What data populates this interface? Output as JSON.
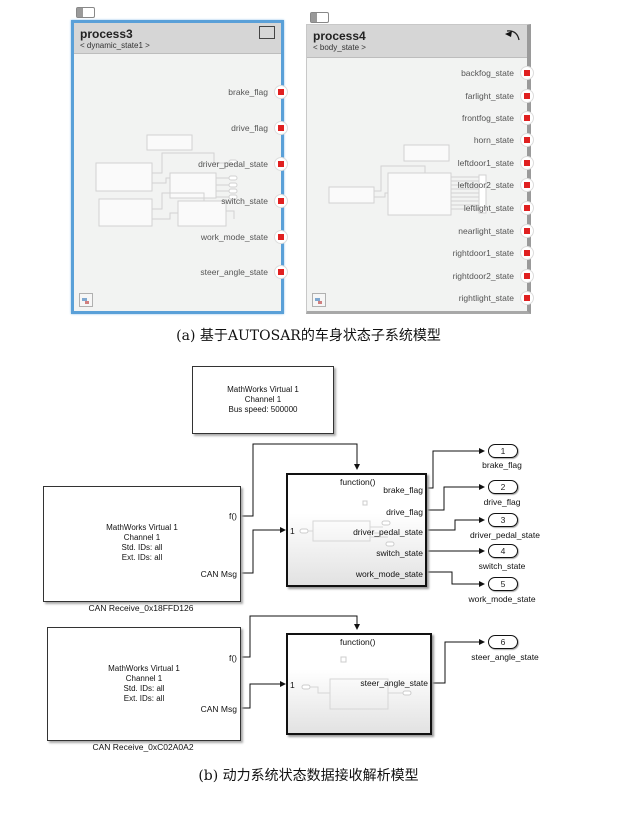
{
  "part_a": {
    "caption": "(a) 基于AUTOSAR的车身状态子系统模型",
    "components": [
      {
        "title": "process3",
        "subtitle": "< dynamic_state1 >",
        "corner_icon": "square-icon",
        "selected": true,
        "ports": [
          "brake_flag",
          "drive_flag",
          "driver_pedal_state",
          "switch_state",
          "work_mode_state",
          "steer_angle_state"
        ]
      },
      {
        "title": "process4",
        "subtitle": "< body_state >",
        "corner_icon": "periodic-arc-icon",
        "selected": false,
        "ports": [
          "backfog_state",
          "farlight_state",
          "frontfog_state",
          "horn_state",
          "leftdoor1_state",
          "leftdoor2_state",
          "leftlight_state",
          "nearlight_state",
          "rightdoor1_state",
          "rightdoor2_state",
          "rightlight_state"
        ]
      }
    ],
    "port_color": "#e02020",
    "selection_color": "#5aa0d8"
  },
  "part_b": {
    "caption": "(b) 动力系统状态数据接收解析模型",
    "can_config": {
      "lines": [
        "MathWorks Virtual 1",
        "Channel 1",
        "Bus speed: 500000"
      ]
    },
    "can_receive_blocks": [
      {
        "name": "CAN Receive_0x18FFD126",
        "lines": [
          "MathWorks Virtual 1",
          "Channel 1",
          "Std. IDs: all",
          "Ext. IDs: all"
        ],
        "out_fcn": "f()",
        "out_msg": "CAN Msg"
      },
      {
        "name": "CAN Receive_0xC02A0A2",
        "lines": [
          "MathWorks Virtual 1",
          "Channel 1",
          "Std. IDs: all",
          "Ext. IDs: all"
        ],
        "out_fcn": "f()",
        "out_msg": "CAN Msg"
      }
    ],
    "subsystems": [
      {
        "trigger_label": "function()",
        "in_label": "1",
        "outputs": [
          "brake_flag",
          "drive_flag",
          "driver_pedal_state",
          "switch_state",
          "work_mode_state"
        ]
      },
      {
        "trigger_label": "function()",
        "in_label": "1",
        "outputs": [
          "steer_angle_state"
        ]
      }
    ],
    "outports": [
      {
        "num": "1",
        "label": "brake_flag"
      },
      {
        "num": "2",
        "label": "drive_flag"
      },
      {
        "num": "3",
        "label": "driver_pedal_state"
      },
      {
        "num": "4",
        "label": "switch_state"
      },
      {
        "num": "5",
        "label": "work_mode_state"
      },
      {
        "num": "6",
        "label": "steer_angle_state"
      }
    ]
  }
}
